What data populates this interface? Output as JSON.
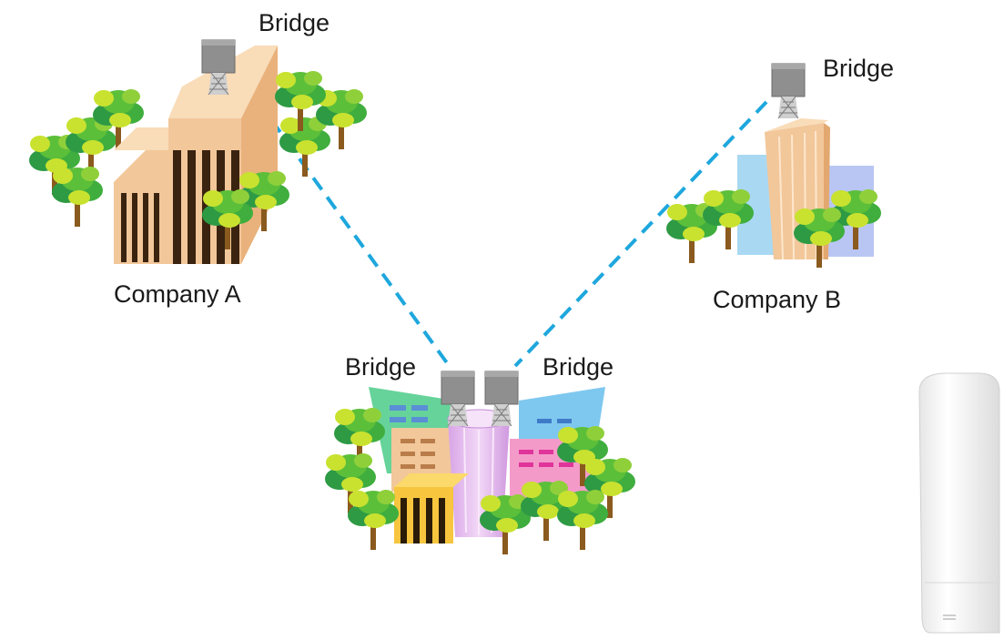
{
  "labels": {
    "bridge": "Bridge",
    "company_a": "Company A",
    "company_b": "Company B"
  },
  "colors": {
    "link_line": "#1ea7dd",
    "antenna_box": "#8f8f8f",
    "tree_dark": "#2e9a44",
    "tree_mid": "#5cbf3a",
    "tree_light": "#c9e22f",
    "trunk": "#8a5a1e",
    "building_tan": "#f2c79a",
    "building_stripe": "#3a2410",
    "tower_purple": "#e2b8ec",
    "device_white": "#f4f4f4"
  },
  "icons": [
    "bridge-antenna-icon",
    "wireless-bridge-device-icon",
    "tree-icon",
    "building-icon"
  ]
}
